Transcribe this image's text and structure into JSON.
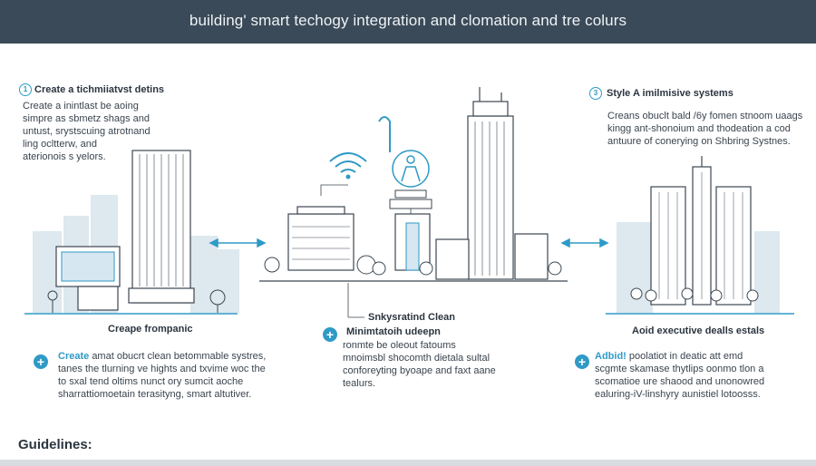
{
  "header": {
    "title": "building' smart techogy integration and clomation and tre colurs"
  },
  "step1": {
    "number": "1",
    "heading": "Create a tichmiiatvst detins",
    "body": [
      "Create a inintlast be aoing",
      "simpre as sbmetz shags and",
      "untust, srystscuing atrotnand",
      "ling ocltterw, and",
      "aterionois s yelors."
    ]
  },
  "step3": {
    "number": "3",
    "heading": "Style A imilmisive systems",
    "body": [
      "Creans obuclt bald /6y fomen stnoom uaags",
      "kingg ant-shonoium and thodeation a cod",
      "antuure of conerying on Shbring Systnes."
    ]
  },
  "captions": {
    "left": "Creape frompanic",
    "center_label": "Snkysratind Clean",
    "right": "Aoid executive dealls estals"
  },
  "bottom_left": {
    "lead": "Create",
    "lines": [
      "amat obucrt clean betommable systres,",
      "tanes the tlurning ve hights and txvime woc the",
      "to sxal tend oltims nunct ory sumcit aoche",
      "sharrattiomoetain terasityng, smart altutiver."
    ]
  },
  "bottom_center": {
    "heading": "Minimtatoih udeepn",
    "lines": [
      "ronmte be oleout fatoums",
      "mnoimsbl shocomth dietala sultal",
      "conforeyting byoape and faxt aane",
      "tealurs."
    ]
  },
  "bottom_right": {
    "lead": "Adbid!",
    "lines": [
      "poolatiot in deatic att emd",
      "scgmte skamase thytlips oonmo tlon a",
      "scomatioe ure shaood and unonowred",
      "ealuring-iV-linshyry aunistiel lotoosss."
    ]
  },
  "footer": {
    "label": "Guidelines:"
  },
  "colors": {
    "header_bg": "#3b4a58",
    "accent": "#2f9ac6",
    "line": "#3c4752",
    "faded": "#dde8ef"
  }
}
